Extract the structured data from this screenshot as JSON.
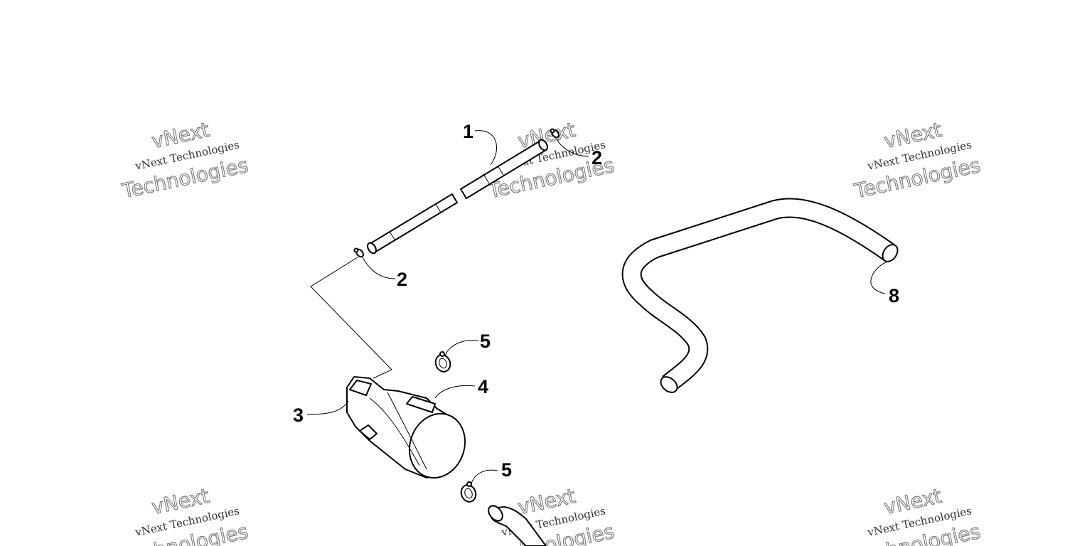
{
  "callouts": {
    "c1": "1",
    "c2a": "2",
    "c2b": "2",
    "c3": "3",
    "c4": "4",
    "c5a": "5",
    "c5b": "5",
    "c8": "8"
  },
  "watermark": {
    "line_small": "vNext Technologies",
    "word_top": "vNext",
    "word_bottom": "Technologies"
  },
  "colors": {
    "line": "#000000",
    "background": "#ffffff",
    "watermark": "#777777"
  }
}
